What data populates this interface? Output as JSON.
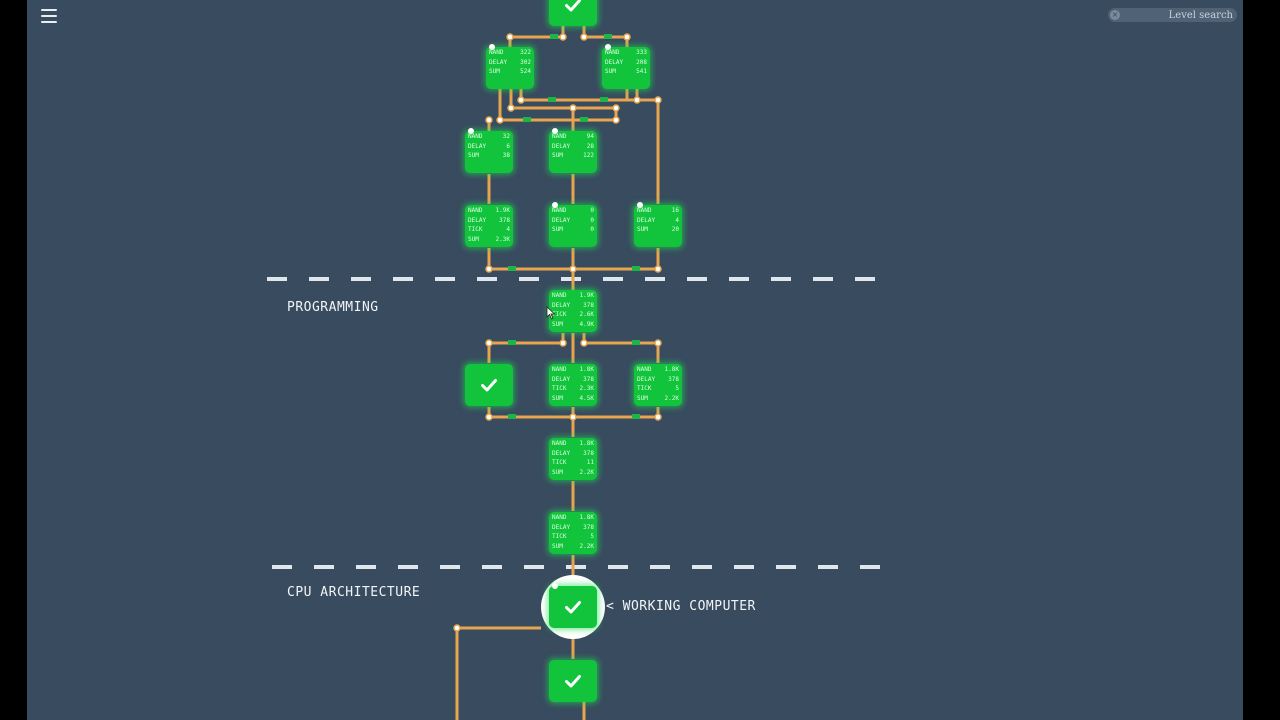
{
  "search": {
    "placeholder": "Level search",
    "clear_icon": "x-circle-icon"
  },
  "menu": {
    "icon": "hamburger-menu-icon"
  },
  "sections": [
    {
      "id": "programming",
      "label": "PROGRAMMING"
    },
    {
      "id": "cpu",
      "label": "CPU ARCHITECTURE"
    }
  ],
  "current_level": {
    "label": "< WORKING COMPUTER"
  },
  "colors": {
    "background": "#384b5f",
    "node": "#12c43b",
    "wire": "#e6a54e",
    "divider": "#dfe6ec"
  },
  "nodes": [
    {
      "id": "n-top",
      "check": true
    },
    {
      "id": "n-a1",
      "stats": [
        [
          "NAND",
          "322"
        ],
        [
          "DELAY",
          "302"
        ],
        [
          "SUM",
          "524"
        ]
      ],
      "dot": true
    },
    {
      "id": "n-a2",
      "stats": [
        [
          "NAND",
          "333"
        ],
        [
          "DELAY",
          "208"
        ],
        [
          "SUM",
          "541"
        ]
      ],
      "dot": true
    },
    {
      "id": "n-b1",
      "stats": [
        [
          "NAND",
          "32"
        ],
        [
          "DELAY",
          "6"
        ],
        [
          "SUM",
          "38"
        ]
      ],
      "dot": true
    },
    {
      "id": "n-b2",
      "stats": [
        [
          "NAND",
          "94"
        ],
        [
          "DELAY",
          "28"
        ],
        [
          "SUM",
          "122"
        ]
      ],
      "dot": true
    },
    {
      "id": "n-c1",
      "stats": [
        [
          "NAND",
          "1.9K"
        ],
        [
          "DELAY",
          "378"
        ],
        [
          "TICK",
          "4"
        ],
        [
          "SUM",
          "2.3K"
        ]
      ]
    },
    {
      "id": "n-c2",
      "stats": [
        [
          "NAND",
          "0"
        ],
        [
          "DELAY",
          "0"
        ],
        [
          "SUM",
          "0"
        ]
      ],
      "dot": true
    },
    {
      "id": "n-c3",
      "stats": [
        [
          "NAND",
          "16"
        ],
        [
          "DELAY",
          "4"
        ],
        [
          "SUM",
          "20"
        ]
      ],
      "dot": true
    },
    {
      "id": "n-d1",
      "stats": [
        [
          "NAND",
          "1.9K"
        ],
        [
          "DELAY",
          "378"
        ],
        [
          "TICK",
          "2.6K"
        ],
        [
          "SUM",
          "4.9K"
        ]
      ]
    },
    {
      "id": "n-e1",
      "check": true
    },
    {
      "id": "n-e2",
      "stats": [
        [
          "NAND",
          "1.8K"
        ],
        [
          "DELAY",
          "378"
        ],
        [
          "TICK",
          "2.3K"
        ],
        [
          "SUM",
          "4.5K"
        ]
      ]
    },
    {
      "id": "n-e3",
      "stats": [
        [
          "NAND",
          "1.8K"
        ],
        [
          "DELAY",
          "378"
        ],
        [
          "TICK",
          "5"
        ],
        [
          "SUM",
          "2.2K"
        ]
      ]
    },
    {
      "id": "n-f1",
      "stats": [
        [
          "NAND",
          "1.8K"
        ],
        [
          "DELAY",
          "378"
        ],
        [
          "TICK",
          "11"
        ],
        [
          "SUM",
          "2.2K"
        ]
      ]
    },
    {
      "id": "n-g1",
      "stats": [
        [
          "NAND",
          "1.8K"
        ],
        [
          "DELAY",
          "378"
        ],
        [
          "TICK",
          "5"
        ],
        [
          "SUM",
          "2.2K"
        ]
      ]
    },
    {
      "id": "n-h1",
      "check": true,
      "current": true,
      "dot": true
    },
    {
      "id": "n-i1",
      "check": true
    }
  ]
}
